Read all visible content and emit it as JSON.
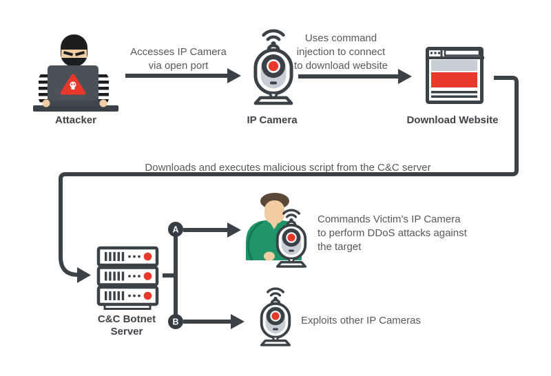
{
  "diagram": {
    "type": "attack-flow",
    "background": "#FFFFFF",
    "colors": {
      "dark": "#3A4247",
      "black": "#1B1D1F",
      "red": "#E8382C",
      "gray": "#C7CFD4",
      "green": "#1F9468",
      "green_dark": "#15794F",
      "skin": "#F2CCA2",
      "hair": "#5B4836",
      "laptop": "#4A5157",
      "laptop_base": "#3F464C",
      "badge": "#353D44",
      "text": "#56585B",
      "label": "#3F4247"
    },
    "nodes": {
      "attacker": {
        "label": "Attacker"
      },
      "ip_camera": {
        "label": "IP Camera"
      },
      "download_website": {
        "label": "Download Website"
      },
      "cnc_server": {
        "lines": [
          "C&C Botnet",
          "Server"
        ]
      }
    },
    "edges": {
      "attacker_to_camera": {
        "lines": [
          "Accesses IP Camera",
          "via open port"
        ]
      },
      "camera_to_website": {
        "lines": [
          "Uses command",
          "injection to connect",
          "to download website"
        ]
      },
      "website_to_server": {
        "label": "Downloads and executes malicious script from the C&C server"
      },
      "branch_a": {
        "badge": "A",
        "lines": [
          "Commands Victim’s IP Camera",
          "to perform DDoS attacks against",
          "the target"
        ]
      },
      "branch_b": {
        "badge": "B",
        "label": "Exploits other IP Cameras"
      }
    }
  }
}
